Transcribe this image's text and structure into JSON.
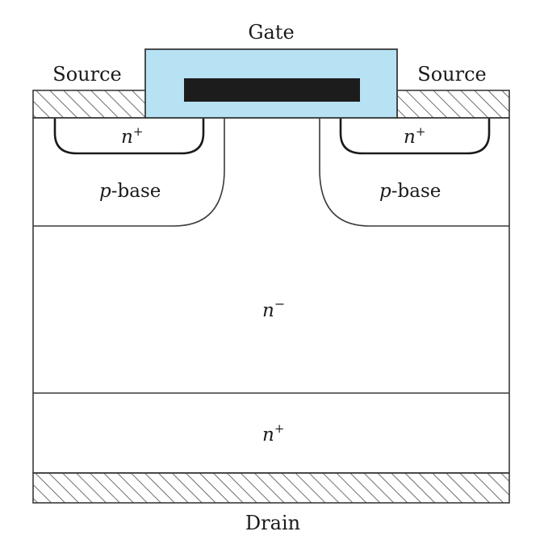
{
  "labels": {
    "gate": "Gate",
    "source_left": "Source",
    "source_right": "Source",
    "drain": "Drain",
    "n_plus_left": "n",
    "n_plus_right": "n",
    "n_plus_bottom": "n",
    "plus_sup": "+",
    "p_base_letter": "p",
    "p_base_suffix": "-base",
    "n_minus": "n",
    "minus_sup": "−"
  },
  "colors": {
    "gate_oxide": "#b6e2f4",
    "gate_electrode": "#1c1c1c",
    "outline": "#3a3a3a",
    "hatch": "#4a4a4a",
    "background": "#ffffff"
  }
}
